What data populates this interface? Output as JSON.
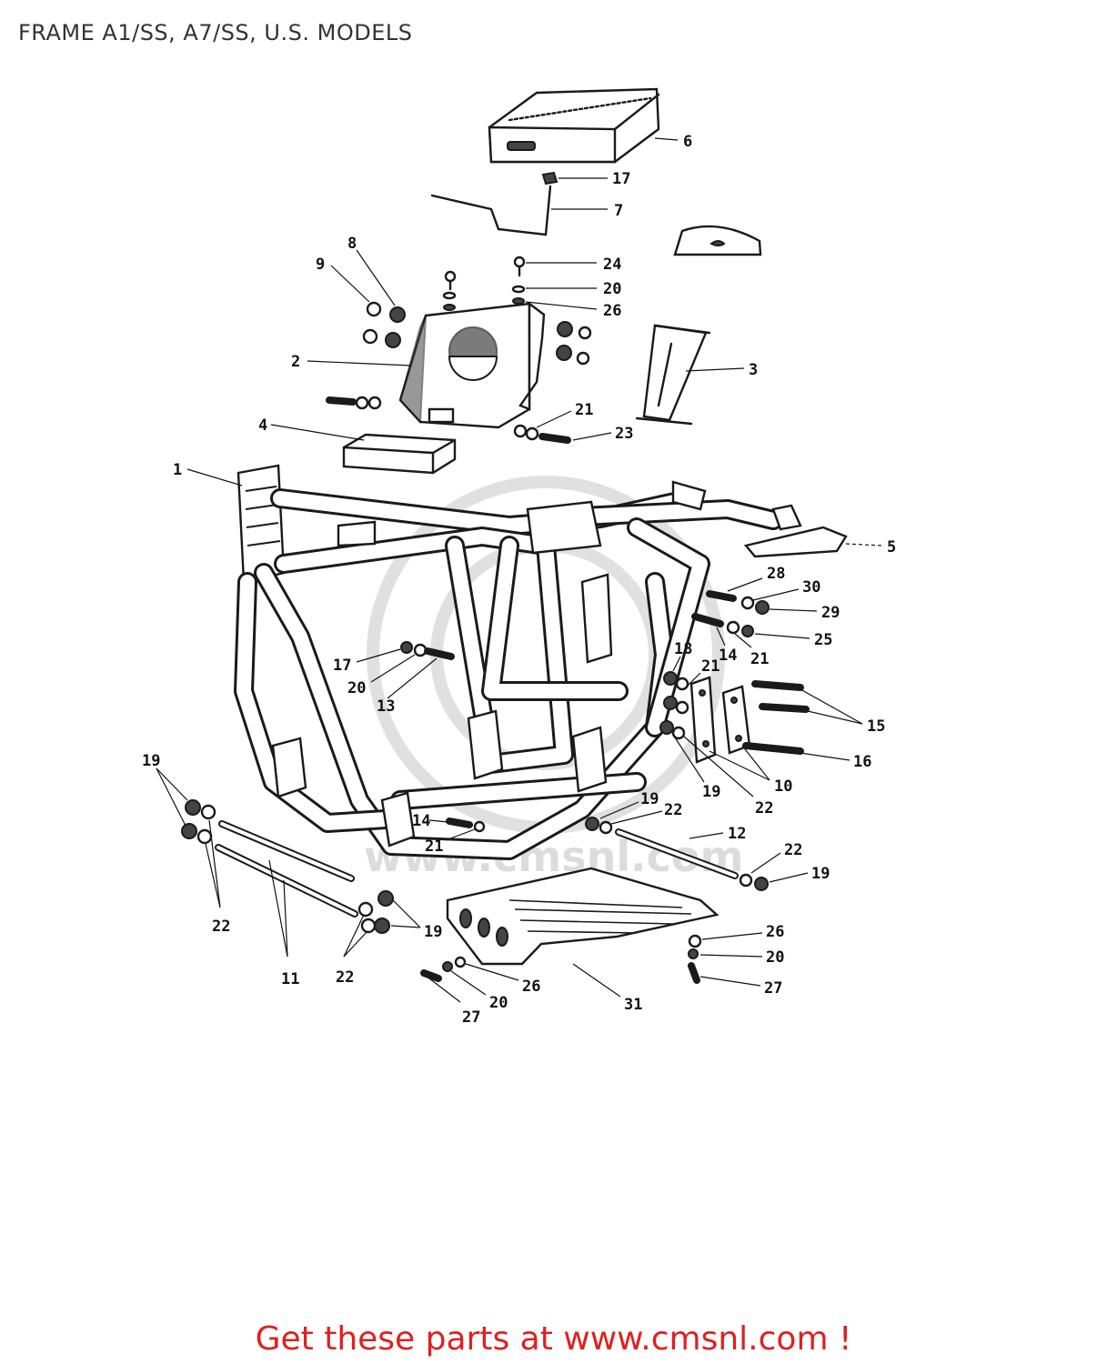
{
  "title": "FRAME A1/SS, A7/SS, U.S. MODELS",
  "cta": "Get these parts at www.cmsnl.com !",
  "watermark": "www.cmsnl.com",
  "colors": {
    "cta": "#e02020",
    "title": "#333333",
    "ink": "#1a1a1a"
  },
  "callouts": [
    {
      "id": "c6",
      "label": "6"
    },
    {
      "id": "c17a",
      "label": "17"
    },
    {
      "id": "c7",
      "label": "7"
    },
    {
      "id": "c8",
      "label": "8"
    },
    {
      "id": "c9",
      "label": "9"
    },
    {
      "id": "c24",
      "label": "24"
    },
    {
      "id": "c20a",
      "label": "20"
    },
    {
      "id": "c26a",
      "label": "26"
    },
    {
      "id": "c2",
      "label": "2"
    },
    {
      "id": "c3",
      "label": "3"
    },
    {
      "id": "c21a",
      "label": "21"
    },
    {
      "id": "c23",
      "label": "23"
    },
    {
      "id": "c4",
      "label": "4"
    },
    {
      "id": "c1",
      "label": "1"
    },
    {
      "id": "c5",
      "label": "5"
    },
    {
      "id": "c28",
      "label": "28"
    },
    {
      "id": "c30",
      "label": "30"
    },
    {
      "id": "c29",
      "label": "29"
    },
    {
      "id": "c14a",
      "label": "14"
    },
    {
      "id": "c21b",
      "label": "21"
    },
    {
      "id": "c25",
      "label": "25"
    },
    {
      "id": "c18",
      "label": "18"
    },
    {
      "id": "c21c",
      "label": "21"
    },
    {
      "id": "c17b",
      "label": "17"
    },
    {
      "id": "c20b",
      "label": "20"
    },
    {
      "id": "c13",
      "label": "13"
    },
    {
      "id": "c15",
      "label": "15"
    },
    {
      "id": "c16",
      "label": "16"
    },
    {
      "id": "c10",
      "label": "10"
    },
    {
      "id": "c19a",
      "label": "19"
    },
    {
      "id": "c22a",
      "label": "22"
    },
    {
      "id": "c19b",
      "label": "19"
    },
    {
      "id": "c19c",
      "label": "19"
    },
    {
      "id": "c22b",
      "label": "22"
    },
    {
      "id": "c14b",
      "label": "14"
    },
    {
      "id": "c21d",
      "label": "21"
    },
    {
      "id": "c12",
      "label": "12"
    },
    {
      "id": "c22c",
      "label": "22"
    },
    {
      "id": "c19d",
      "label": "19"
    },
    {
      "id": "c22d",
      "label": "22"
    },
    {
      "id": "c19e",
      "label": "19"
    },
    {
      "id": "c26b",
      "label": "26"
    },
    {
      "id": "c20c",
      "label": "20"
    },
    {
      "id": "c27a",
      "label": "27"
    },
    {
      "id": "c11",
      "label": "11"
    },
    {
      "id": "c22e",
      "label": "22"
    },
    {
      "id": "c26c",
      "label": "26"
    },
    {
      "id": "c20d",
      "label": "20"
    },
    {
      "id": "c31",
      "label": "31"
    },
    {
      "id": "c27b",
      "label": "27"
    }
  ]
}
